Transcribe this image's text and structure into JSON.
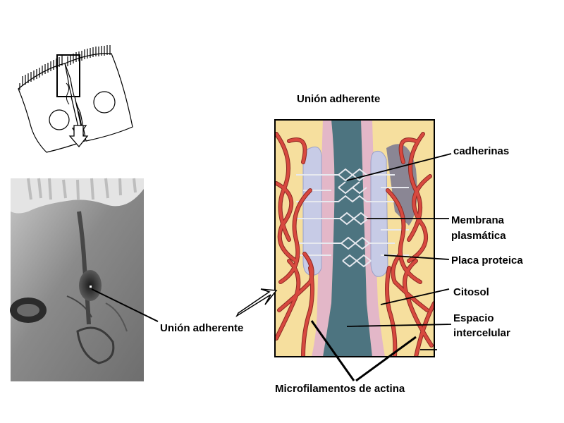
{
  "title": "Unión adherente",
  "labels": {
    "cadherinas": "cadherinas",
    "membrana_1": "Membrana",
    "membrana_2": "plasmática",
    "placa": "Placa proteica",
    "citosol": "Citosol",
    "espacio_1": "Espacio",
    "espacio_2": "intercelular",
    "micrograph_label": "Unión adherente",
    "microfilamentos": "Microfilamentos de actina"
  },
  "colors": {
    "cytosol": "#f6df9e",
    "membrane": "#e3b7c8",
    "plaque": "#c7cbe6",
    "intercellular": "#4d7480",
    "actin": "#d8493f",
    "actin_dark": "#8e2a24",
    "cadherin": "#dfe3ea"
  }
}
